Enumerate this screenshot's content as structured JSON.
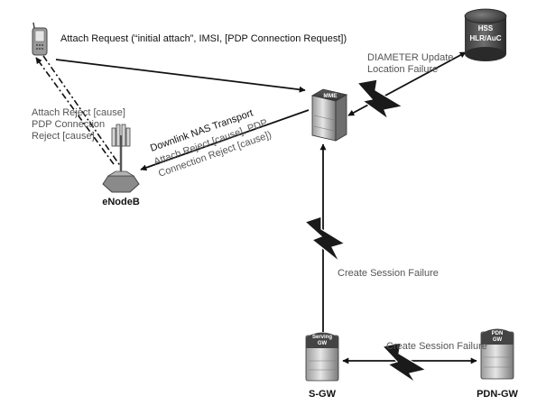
{
  "nodes": {
    "hss": {
      "line1": "HSS",
      "line2": "HLR/AuC"
    },
    "mme": {
      "caption": "MME"
    },
    "enodeb": {
      "label": "eNodeB"
    },
    "sgw": {
      "caption_line1": "Serving",
      "caption_line2": "GW",
      "label": "S-GW"
    },
    "pdngw": {
      "caption_line1": "PDN",
      "caption_line2": "GW",
      "label": "PDN-GW"
    }
  },
  "messages": {
    "attach_request": "Attach Request (“initial attach”, IMSI, [PDP Connection Request])",
    "diameter_line1": "DIAMETER Update",
    "diameter_line2": "Location Failure",
    "ue_reject_line1": "Attach Reject [cause]",
    "ue_reject_line2": "PDP Connection",
    "ue_reject_line3": "Reject [cause]",
    "downlink_nas": "Downlink NAS Transport",
    "mme_reject_line1": "Attach Reject [cause], PDP",
    "mme_reject_line2": "Connection Reject [cause])",
    "create_session_mme": "Create Session Failure",
    "create_session_pdn": "Create Session Failure"
  },
  "colors": {
    "device_dark": "#4a4a4a",
    "device_mid": "#8a8a8a",
    "device_light": "#d4d4d4",
    "arrow": "#111111",
    "bolt": "#1a1a1a"
  }
}
